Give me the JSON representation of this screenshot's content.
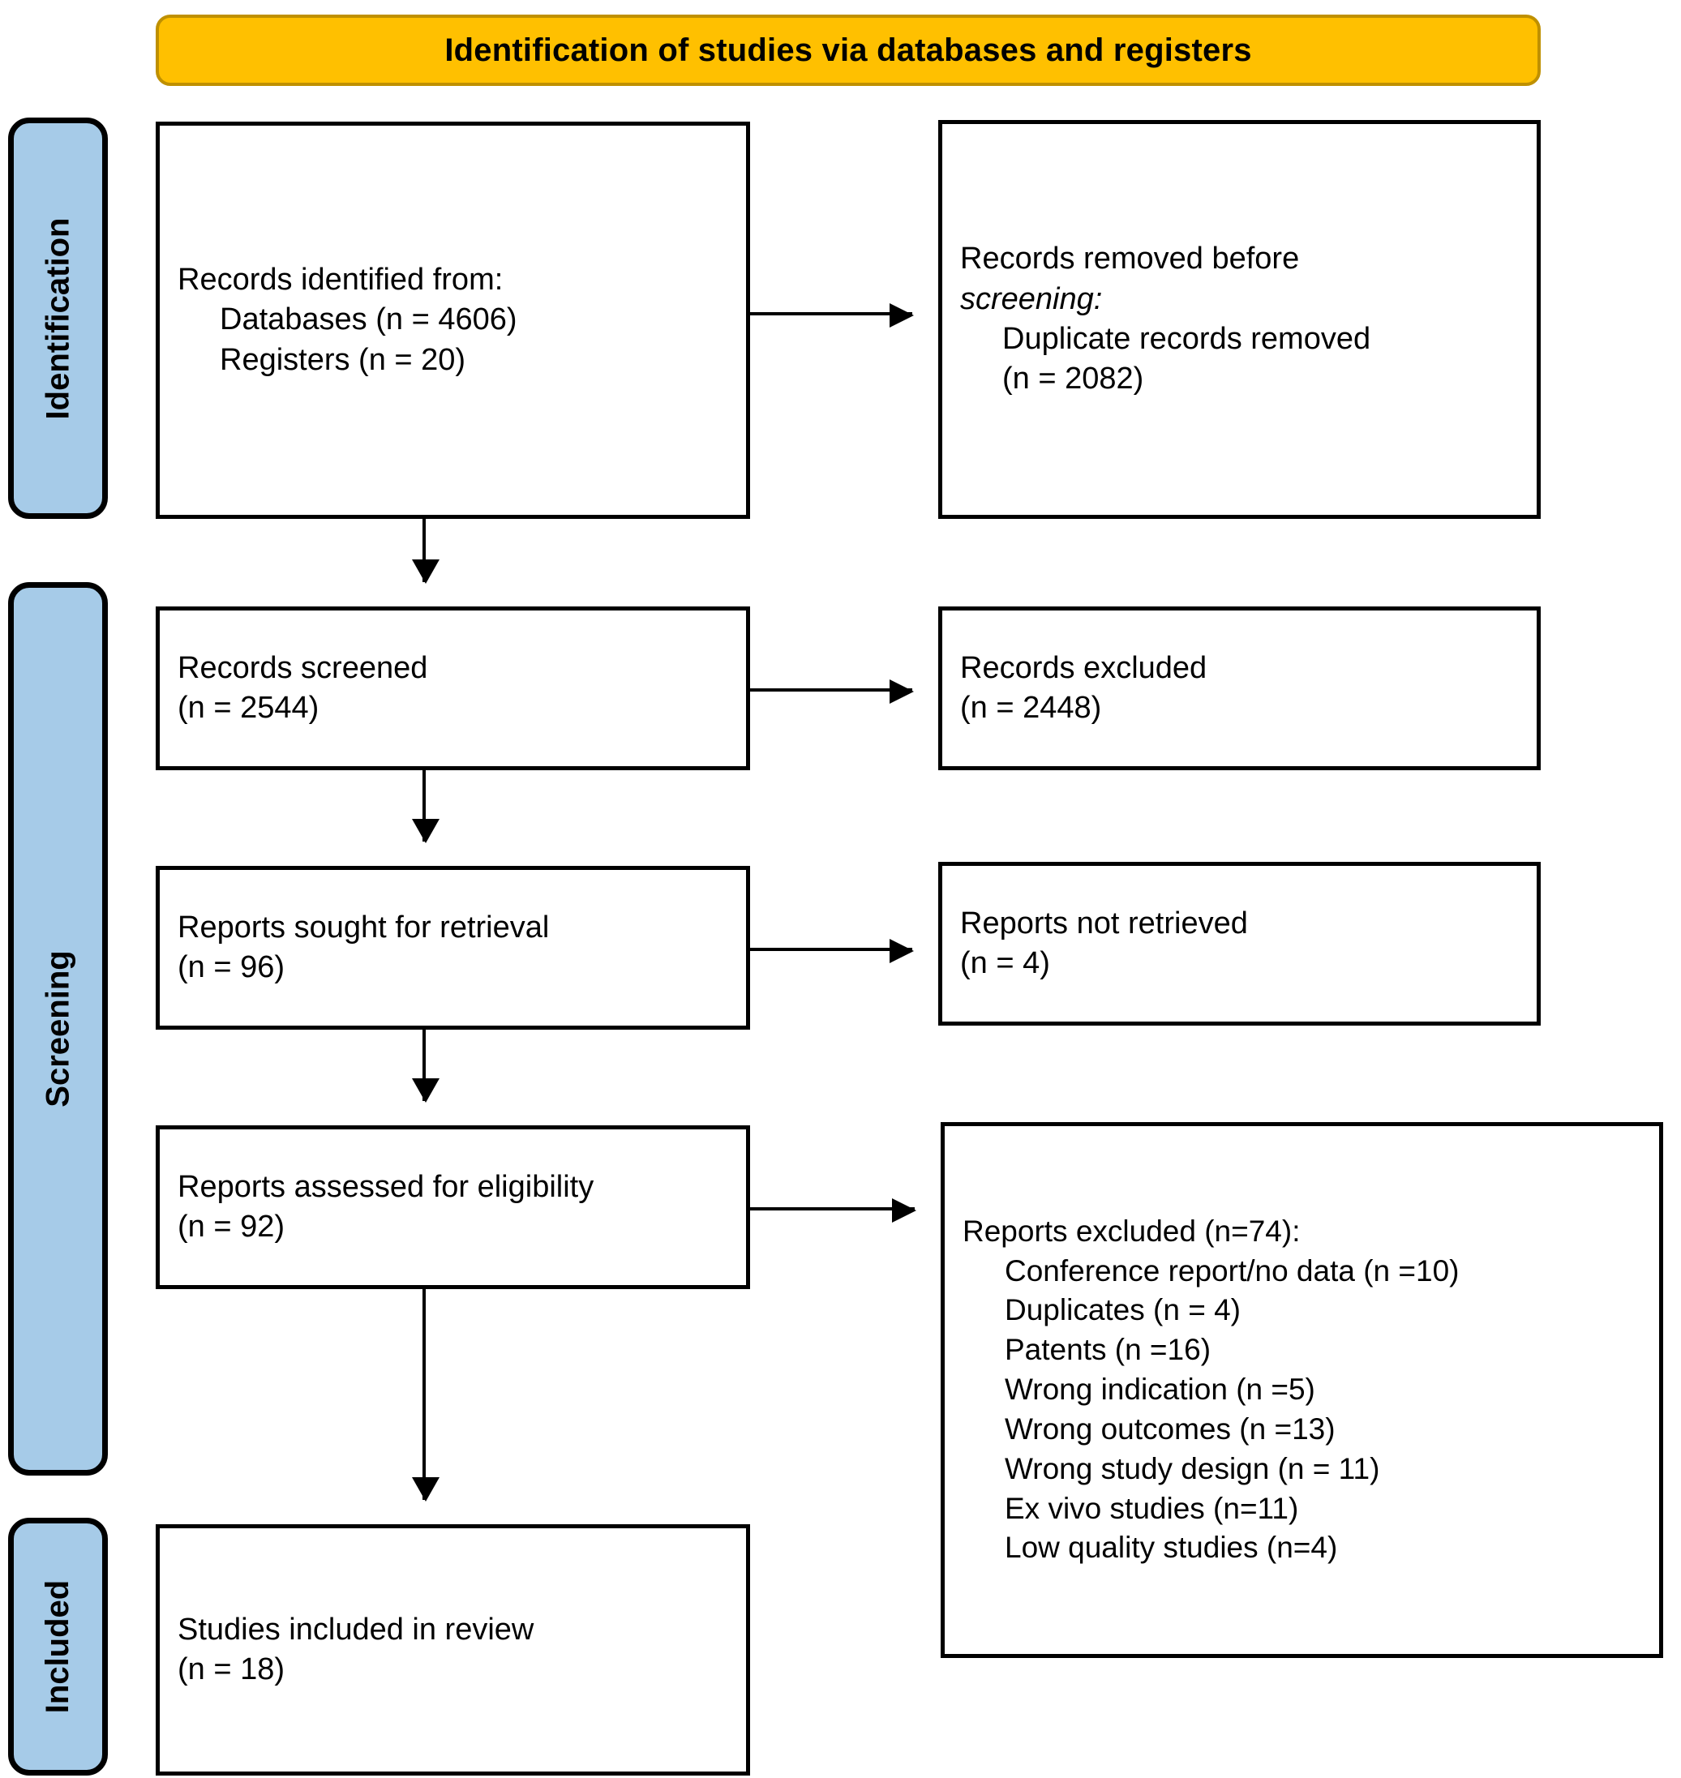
{
  "banner": {
    "title": "Identification of studies via databases and registers"
  },
  "stages": [
    {
      "name": "identification",
      "label": "Identification"
    },
    {
      "name": "screening",
      "label": "Screening"
    },
    {
      "name": "included",
      "label": "Included"
    }
  ],
  "boxes": {
    "identified": {
      "lines": [
        "Records identified from:",
        "Databases (n = 4606)",
        "Registers (n = 20)"
      ]
    },
    "removed": {
      "lines": [
        "Records removed before",
        "screening:",
        "Duplicate records removed",
        "(n = 2082)"
      ]
    },
    "screened": {
      "lines": [
        "Records screened",
        "(n = 2544)"
      ]
    },
    "records_excluded": {
      "lines": [
        "Records excluded",
        "(n = 2448)"
      ]
    },
    "sought": {
      "lines": [
        "Reports sought for retrieval",
        "(n = 96)"
      ]
    },
    "not_retrieved": {
      "lines": [
        "Reports not retrieved",
        "(n = 4)"
      ]
    },
    "assessed": {
      "lines": [
        "Reports assessed for eligibility",
        "(n = 92)"
      ]
    },
    "reports_excluded": {
      "heading": "Reports excluded (n=74):",
      "items": [
        "Conference report/no data (n =10)",
        "Duplicates (n = 4)",
        "Patents (n =16)",
        "Wrong indication (n =5)",
        "Wrong outcomes (n =13)",
        "Wrong study design (n = 11)",
        "Ex vivo studies (n=11)",
        "Low quality studies (n=4)"
      ]
    },
    "included": {
      "lines": [
        "Studies included in review",
        "(n = 18)"
      ]
    }
  },
  "colors": {
    "banner_fill": "#FFC000",
    "banner_border": "#BF9000",
    "stage_fill": "#A6CBE8",
    "box_border": "#000000"
  },
  "chart_data": {
    "type": "flowchart",
    "title": "Identification of studies via databases and registers",
    "stages": [
      "Identification",
      "Screening",
      "Included"
    ],
    "nodes": [
      {
        "id": "identified",
        "stage": "Identification",
        "label": "Records identified from",
        "values": {
          "Databases": 4606,
          "Registers": 20
        }
      },
      {
        "id": "removed",
        "stage": "Identification",
        "label": "Records removed before screening: Duplicate records removed",
        "values": {
          "Duplicate records removed": 2082
        }
      },
      {
        "id": "screened",
        "stage": "Screening",
        "label": "Records screened",
        "values": {
          "n": 2544
        }
      },
      {
        "id": "records_excluded",
        "stage": "Screening",
        "label": "Records excluded",
        "values": {
          "n": 2448
        }
      },
      {
        "id": "sought",
        "stage": "Screening",
        "label": "Reports sought for retrieval",
        "values": {
          "n": 96
        }
      },
      {
        "id": "not_retrieved",
        "stage": "Screening",
        "label": "Reports not retrieved",
        "values": {
          "n": 4
        }
      },
      {
        "id": "assessed",
        "stage": "Screening",
        "label": "Reports assessed for eligibility",
        "values": {
          "n": 92
        }
      },
      {
        "id": "reports_excluded",
        "stage": "Screening",
        "label": "Reports excluded",
        "values": {
          "total": 74,
          "Conference report/no data": 10,
          "Duplicates": 4,
          "Patents": 16,
          "Wrong indication": 5,
          "Wrong outcomes": 13,
          "Wrong study design": 11,
          "Ex vivo studies": 11,
          "Low quality studies": 4
        }
      },
      {
        "id": "included",
        "stage": "Included",
        "label": "Studies included in review",
        "values": {
          "n": 18
        }
      }
    ],
    "edges": [
      {
        "from": "identified",
        "to": "removed",
        "direction": "right"
      },
      {
        "from": "identified",
        "to": "screened",
        "direction": "down"
      },
      {
        "from": "screened",
        "to": "records_excluded",
        "direction": "right"
      },
      {
        "from": "screened",
        "to": "sought",
        "direction": "down"
      },
      {
        "from": "sought",
        "to": "not_retrieved",
        "direction": "right"
      },
      {
        "from": "sought",
        "to": "assessed",
        "direction": "down"
      },
      {
        "from": "assessed",
        "to": "reports_excluded",
        "direction": "right"
      },
      {
        "from": "assessed",
        "to": "included",
        "direction": "down"
      }
    ]
  }
}
